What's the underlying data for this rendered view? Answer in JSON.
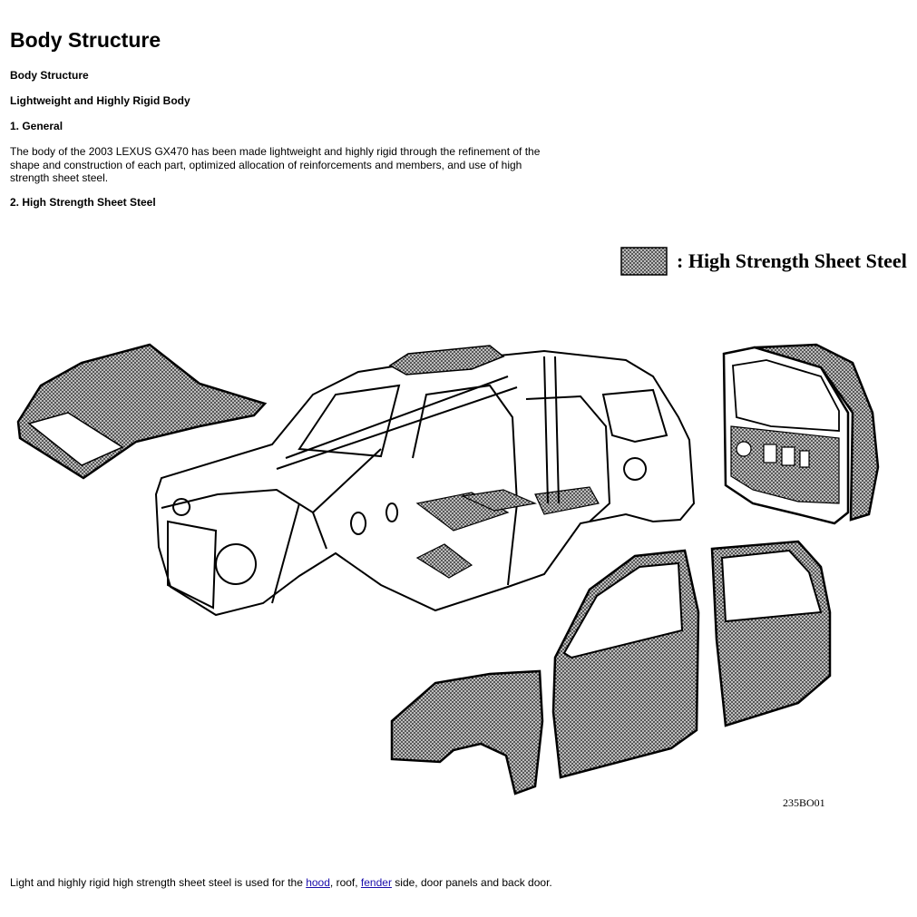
{
  "header": {
    "title": "Body Structure",
    "section": "Body Structure",
    "subsection": "Lightweight and Highly Rigid Body"
  },
  "general": {
    "heading": "1. General",
    "text": "The body of the 2003 LEXUS GX470 has been made lightweight and highly rigid through the refinement of the shape and construction of each part, optimized allocation of reinforcements and members, and use of high strength sheet steel."
  },
  "steel": {
    "heading": "2. High Strength Sheet Steel"
  },
  "figure": {
    "legend_label": ": High Strength Sheet Steel",
    "figure_code": "235BO01"
  },
  "caption": {
    "text_before": "Light and highly rigid high strength sheet steel is used for the ",
    "link_hood": "hood",
    "text_mid": ", roof, ",
    "link_fender": "fender",
    "text_after": " side, door panels and back door."
  }
}
